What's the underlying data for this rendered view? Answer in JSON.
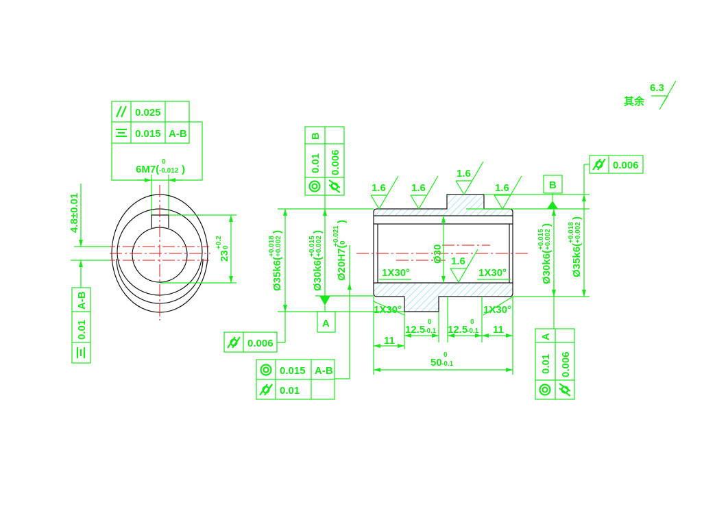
{
  "colors": {
    "annotation": "#19e619",
    "outline": "#111111",
    "centerline": "#e01010",
    "hatch": "#33bbee"
  },
  "left_view": {
    "fcf_top": {
      "row1_symbol": "parallelism-icon",
      "row1_tolerance": "0.025",
      "row2_symbol": "symmetry-icon",
      "row2_tolerance": "0.015",
      "row2_datum": "A-B"
    },
    "key_width": {
      "main": "6M7(",
      "upper": "0",
      "lower": "-0.012",
      "close": ")"
    },
    "key_depth": {
      "main": "23",
      "upper": "+0.2",
      "lower": "0"
    },
    "key_offset": "4.8±0.01",
    "fcf_side": {
      "symbol": "symmetry-icon",
      "tolerance": "0.01",
      "datum": "A-B"
    }
  },
  "section_view": {
    "fcf_top_left": {
      "datum": "B",
      "row1_tolerance": "0.01",
      "row2_tolerance": "0.006",
      "row1_symbol": "concentricity-icon",
      "row2_symbol": "cylindricity-icon"
    },
    "datum_a": "A",
    "datum_b": "B",
    "dia_35_left": {
      "main": "Ø35k6(",
      "upper": "+0.018",
      "lower": "+0.002",
      "close": ")"
    },
    "dia_30_left": {
      "main": "Ø30k6(",
      "upper": "+0.015",
      "lower": "+0.002",
      "close": ")"
    },
    "dia_20": {
      "main": "Ø20H7(",
      "upper": "+0.021",
      "lower": "0",
      "close": ")"
    },
    "fcf_flatness_left": {
      "symbol": "cylindricity-icon",
      "tolerance": "0.006"
    },
    "fcf_bottom": {
      "row1_tolerance": "0.015",
      "row1_datum": "A-B",
      "row2_tolerance": "0.01"
    },
    "bore_dia": "Ø30",
    "roughness": [
      "1.6",
      "1.6",
      "1.6",
      "1.6",
      "1.6"
    ],
    "chamfers": [
      "1X30°",
      "1X30°",
      "1X30°",
      "1X30°"
    ],
    "dims": {
      "left_11": "11",
      "left_12_5": {
        "main": "12.5",
        "upper": "0",
        "lower": "-0.1"
      },
      "right_12_5": {
        "main": "12.5",
        "upper": "0",
        "lower": "-0.1"
      },
      "right_11": "11",
      "overall": {
        "main": "50",
        "upper": "0",
        "lower": "-0.1"
      }
    },
    "dia_30_right": {
      "main": "Ø30k6(",
      "upper": "+0.015",
      "lower": "+0.002",
      "close": ")"
    },
    "dia_35_right": {
      "main": "Ø35k6(",
      "upper": "+0.018",
      "lower": "+0.002",
      "close": ")"
    },
    "fcf_right_top": {
      "tolerance": "0.006"
    },
    "fcf_right_bottom": {
      "datum": "A",
      "row1_tolerance": "0.01",
      "row2_tolerance": "0.006"
    }
  },
  "general_roughness": {
    "label": "其余",
    "value": "6.3"
  }
}
